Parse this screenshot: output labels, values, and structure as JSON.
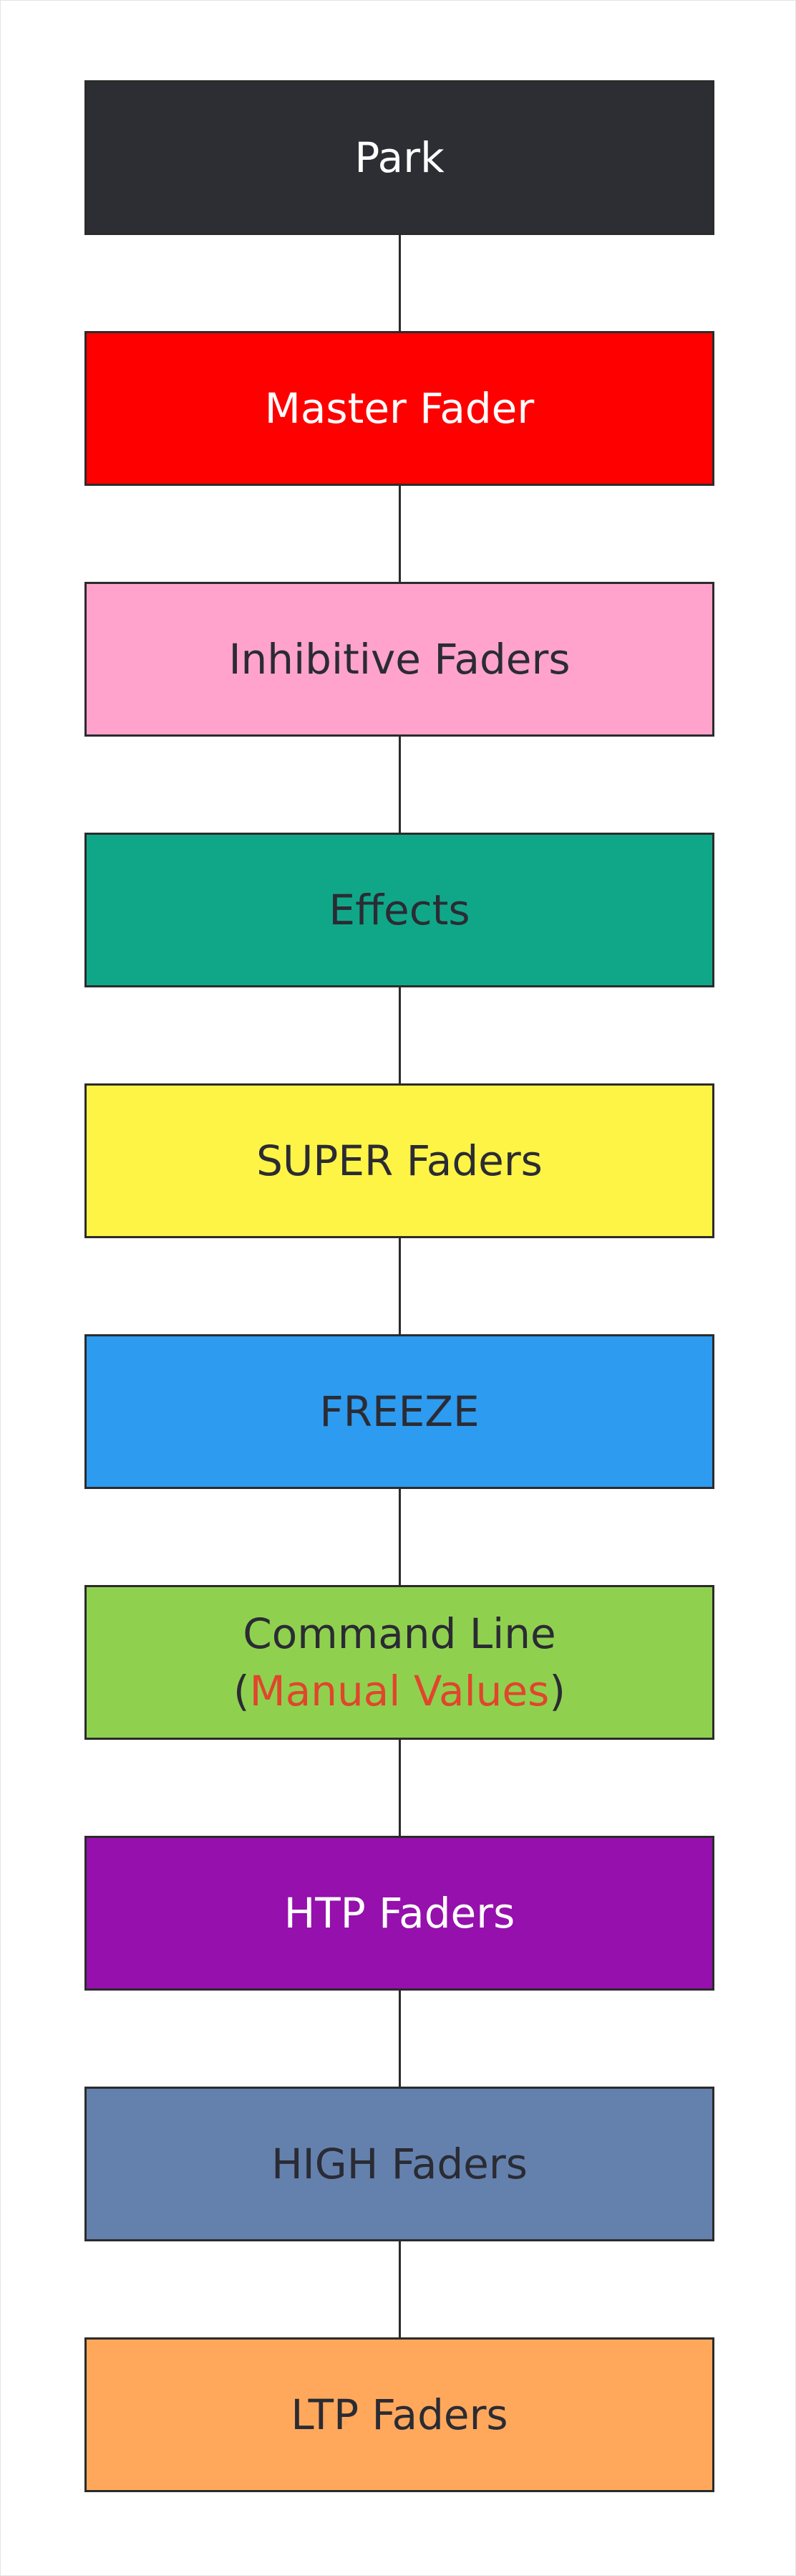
{
  "diagram": {
    "nodes": [
      {
        "id": "park",
        "label": "Park",
        "fill": "#2d2e33",
        "text_color": "#ffffff"
      },
      {
        "id": "master-fader",
        "label": "Master Fader",
        "fill": "#ff0000",
        "text_color": "#ffffff"
      },
      {
        "id": "inhibitive-faders",
        "label": "Inhibitive Faders",
        "fill": "#ffa3cc",
        "text_color": "#2b2b33"
      },
      {
        "id": "effects",
        "label": "Effects",
        "fill": "#10a789",
        "text_color": "#2b2b33"
      },
      {
        "id": "super-faders",
        "label": "SUPER Faders",
        "fill": "#fef445",
        "text_color": "#2b2b33"
      },
      {
        "id": "freeze",
        "label": "FREEZE",
        "fill": "#2d9bf0",
        "text_color": "#2b2b33"
      },
      {
        "id": "command-line",
        "label": "Command Line",
        "fill": "#8fd14f",
        "text_color": "#2b2b33",
        "sub_open": "(",
        "sub_highlight": "Manual Values",
        "sub_close": ")",
        "highlight_color": "#e1452c"
      },
      {
        "id": "htp-faders",
        "label": "HTP Faders",
        "fill": "#9510ac",
        "text_color": "#ffffff"
      },
      {
        "id": "high-faders",
        "label": "HIGH Faders",
        "fill": "#6481ae",
        "text_color": "#2b2b33"
      },
      {
        "id": "ltp-faders",
        "label": "LTP Faders",
        "fill": "#ffa85c",
        "text_color": "#2b2b33"
      }
    ],
    "connector_color": "#2b2b2b"
  }
}
